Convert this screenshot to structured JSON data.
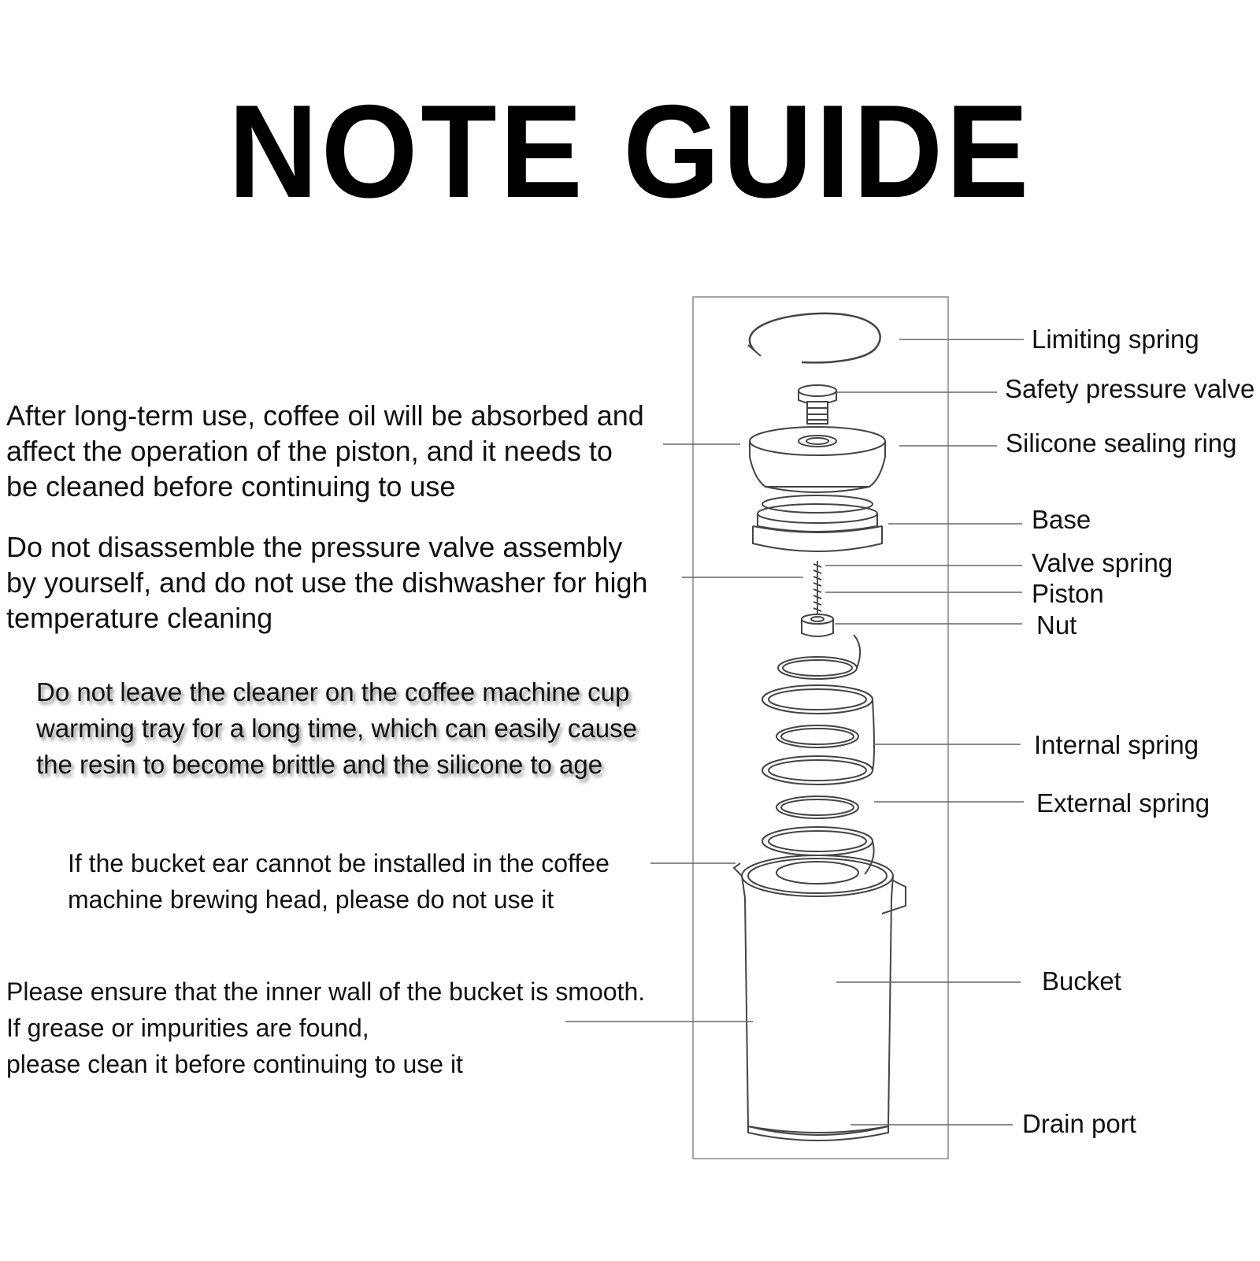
{
  "title": "NOTE GUIDE",
  "notes": {
    "oil": [
      "After long-term use, coffee oil will be absorbed and",
      "affect the operation of the piston, and it needs to",
      "be cleaned before continuing to use"
    ],
    "valve": [
      "Do not disassemble the pressure valve assembly",
      "by yourself, and do not use the dishwasher for high",
      "temperature cleaning"
    ],
    "cleaner": [
      "Do not leave the cleaner on the coffee machine cup",
      "warming tray for a long time, which can easily cause",
      "the resin to become brittle and the silicone to age"
    ],
    "ear": [
      "If the bucket ear cannot be installed in the coffee",
      "machine brewing head, please do not use it"
    ],
    "wall": [
      "Please ensure that the inner wall of the bucket is smooth.",
      "If grease or impurities are found,",
      "please clean it before continuing to use it"
    ]
  },
  "parts": {
    "limiting_spring": "Limiting spring",
    "safety_pressure_valve": "Safety pressure valve",
    "silicone_sealing_ring": "Silicone sealing ring",
    "base": "Base",
    "valve_spring": "Valve spring",
    "piston": "Piston",
    "nut": "Nut",
    "internal_spring": "Internal spring",
    "external_spring": "External spring",
    "bucket": "Bucket",
    "drain_port": "Drain port"
  }
}
